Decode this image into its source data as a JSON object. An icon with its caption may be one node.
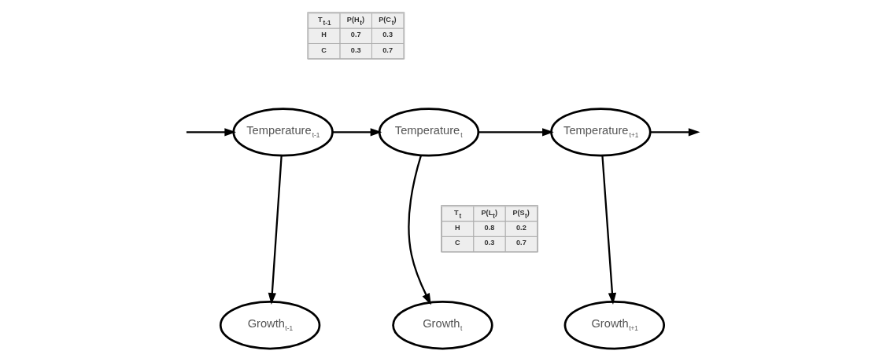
{
  "diagram": {
    "nodes": [
      {
        "text": [
          "Temperature$_{t-1}$"
        ]
      },
      {
        "text": [
          "Temperature$_{t}$"
        ]
      },
      {
        "text": [
          "Temperature$_{t+1}$"
        ]
      },
      {
        "text": [
          "Growth$_{t-1}$"
        ]
      },
      {
        "text": [
          "Growth$_{t}$"
        ]
      },
      {
        "text": [
          "Growth$_{t+1}$"
        ]
      }
    ],
    "edges": [
      {
        "from": null,
        "to": 0,
        "arrow": "to"
      },
      {
        "from": 0,
        "to": 1,
        "arrow": "to"
      },
      {
        "from": 1,
        "to": 2,
        "arrow": "to"
      },
      {
        "from": 2,
        "to": null,
        "arrow": "to"
      },
      {
        "from": 0,
        "to": 3,
        "arrow": "to"
      },
      {
        "from": 1,
        "to": 4,
        "arrow": "to"
      },
      {
        "from": 2,
        "to": 5,
        "arrow": "to"
      }
    ],
    "labels": [
      "T$_{t-1}$",
      "P(H$_{t}$)",
      "P(C$_{t}$)",
      "H",
      "0.7",
      "0.3",
      "C",
      "0.3",
      "0.7",
      "T$_{t}$",
      "P(L$_{t}$)",
      "P(S$_{t}$)",
      "H",
      "0.8",
      "0.2",
      "C",
      "0.3",
      "0.7"
    ]
  }
}
